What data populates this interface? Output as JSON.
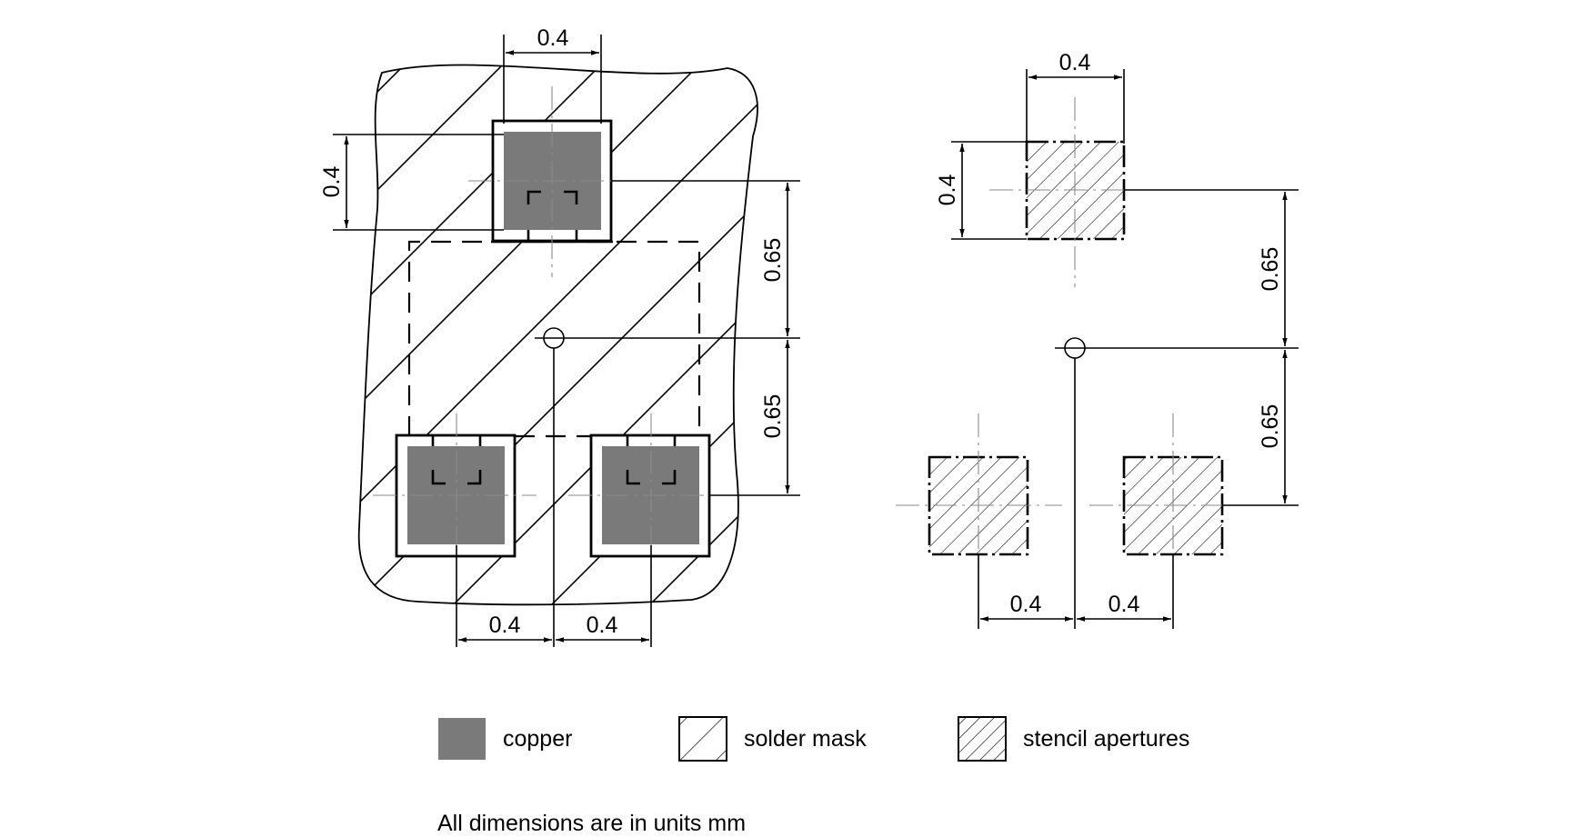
{
  "figure": {
    "left_view": {
      "dim_top_width": "0.4",
      "dim_left_height": "0.4",
      "dim_right_upper": "0.65",
      "dim_right_lower": "0.65",
      "dim_bottom_left": "0.4",
      "dim_bottom_right": "0.4"
    },
    "right_view": {
      "dim_top_width": "0.4",
      "dim_left_height": "0.4",
      "dim_right_upper": "0.65",
      "dim_right_lower": "0.65",
      "dim_bottom_left": "0.4",
      "dim_bottom_right": "0.4"
    }
  },
  "legend": {
    "items": [
      {
        "label": "copper",
        "icon": "copper-swatch"
      },
      {
        "label": "solder mask",
        "icon": "solder-mask-swatch"
      },
      {
        "label": "stencil apertures",
        "icon": "stencil-swatch"
      }
    ],
    "note": "All dimensions are in units mm"
  },
  "colors": {
    "copper": "#7a7a7a",
    "line": "#000000",
    "centerline": "#9a9a9a"
  }
}
